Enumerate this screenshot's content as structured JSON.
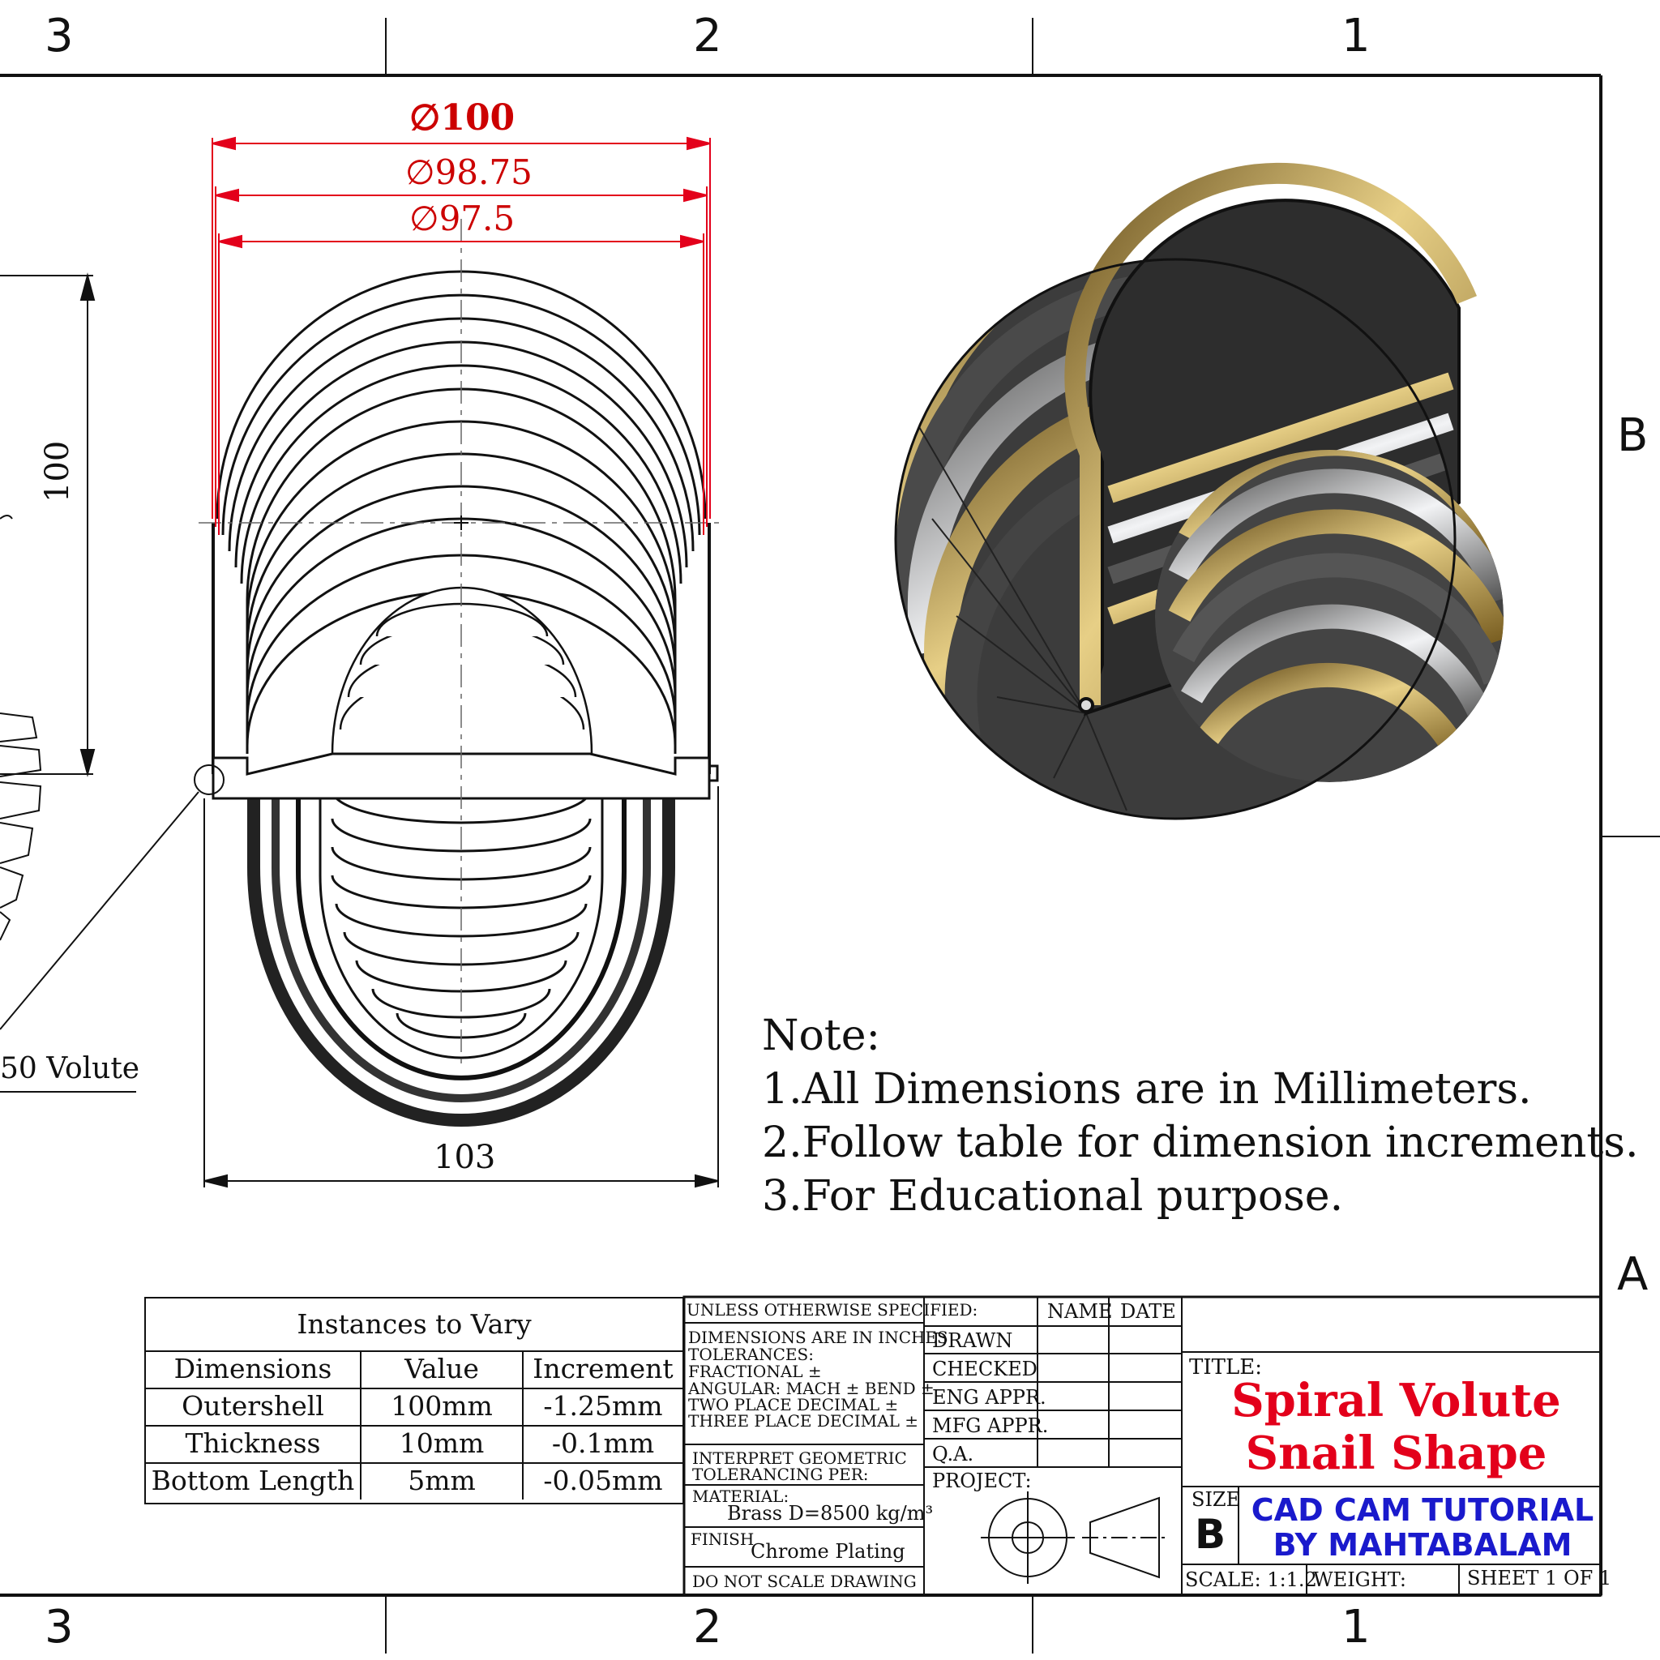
{
  "zones": {
    "top": [
      "3",
      "2",
      "1"
    ],
    "bottom": [
      "3",
      "2",
      "1"
    ],
    "right": [
      "B",
      "A"
    ]
  },
  "dimensions": {
    "dia_outer": "∅100",
    "dia_mid": "∅98.75",
    "dia_inner": "∅97.5",
    "height": "100",
    "width": "103",
    "callout": "50 Volute"
  },
  "note": {
    "heading": "Note:",
    "lines": [
      "1.All Dimensions are in Millimeters.",
      "2.Follow table for dimension increments.",
      "3.For Educational purpose."
    ]
  },
  "instances_table": {
    "title": "Instances to Vary",
    "headers": [
      "Dimensions",
      "Value",
      "Increment"
    ],
    "rows": [
      [
        "Outershell",
        "100mm",
        "-1.25mm"
      ],
      [
        "Thickness",
        "10mm",
        "-0.1mm"
      ],
      [
        "Bottom Length",
        "5mm",
        "-0.05mm"
      ]
    ]
  },
  "title_block": {
    "unless": "UNLESS OTHERWISE SPECIFIED:",
    "dims_in": "DIMENSIONS ARE IN INCHES",
    "tolerances": "TOLERANCES:",
    "fractional": "FRACTIONAL ±",
    "angular": "ANGULAR: MACH ±    BEND ±",
    "two_place": "TWO PLACE DECIMAL    ±",
    "three_place": "THREE PLACE DECIMAL   ±",
    "interpret": "INTERPRET GEOMETRIC",
    "tolerancing": "TOLERANCING PER:",
    "material_label": "MATERIAL:",
    "material_value": "Brass D=8500 kg/m³",
    "finish_label": "FINISH",
    "finish_value": "Chrome Plating",
    "do_not_scale": "DO NOT SCALE DRAWING",
    "name": "NAME",
    "date": "DATE",
    "drawn": "DRAWN",
    "checked": "CHECKED",
    "eng_appr": "ENG APPR.",
    "mfg_appr": "MFG APPR.",
    "qa": "Q.A.",
    "project": "PROJECT:",
    "title_label": "TITLE:",
    "title_line1": "Spiral Volute",
    "title_line2": "Snail Shape",
    "size_label": "SIZE",
    "size_value": "B",
    "brand_line1": "CAD CAM TUTORIAL",
    "brand_line2": "BY MAHTABALAM",
    "scale": "SCALE: 1:1.2",
    "weight": "WEIGHT:",
    "sheet": "SHEET 1 OF 1"
  },
  "colors": {
    "dimension": "#e3001b",
    "brand": "#1a1acc",
    "brass": "#b8902f",
    "chrome": "#c9ccd1",
    "dark_band": "#3a3a3a"
  }
}
